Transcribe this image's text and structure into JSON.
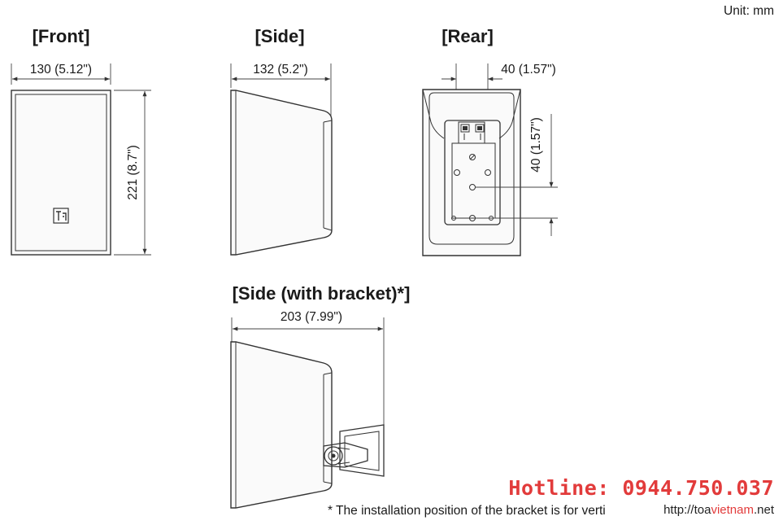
{
  "unit_label": "Unit: mm",
  "views": {
    "front": {
      "title": "[Front]",
      "width_dim": "130 (5.12\")",
      "height_dim": "221 (8.7\")"
    },
    "side": {
      "title": "[Side]",
      "width_dim": "132 (5.2\")"
    },
    "rear": {
      "title": "[Rear]",
      "width_dim": "40 (1.57\")",
      "height_dim": "40 (1.57\")"
    },
    "side_bracket": {
      "title": "[Side (with bracket)*]",
      "width_dim": "203 (7.99\")"
    }
  },
  "note": "* The installation position of the bracket is for verti",
  "watermark": {
    "hotline": "Hotline: 0944.750.037",
    "url_prefix": "http://toa",
    "url_brand": "vietnam",
    "url_suffix": ".net"
  },
  "colors": {
    "line": "#333333",
    "accent": "#e23b3b"
  }
}
